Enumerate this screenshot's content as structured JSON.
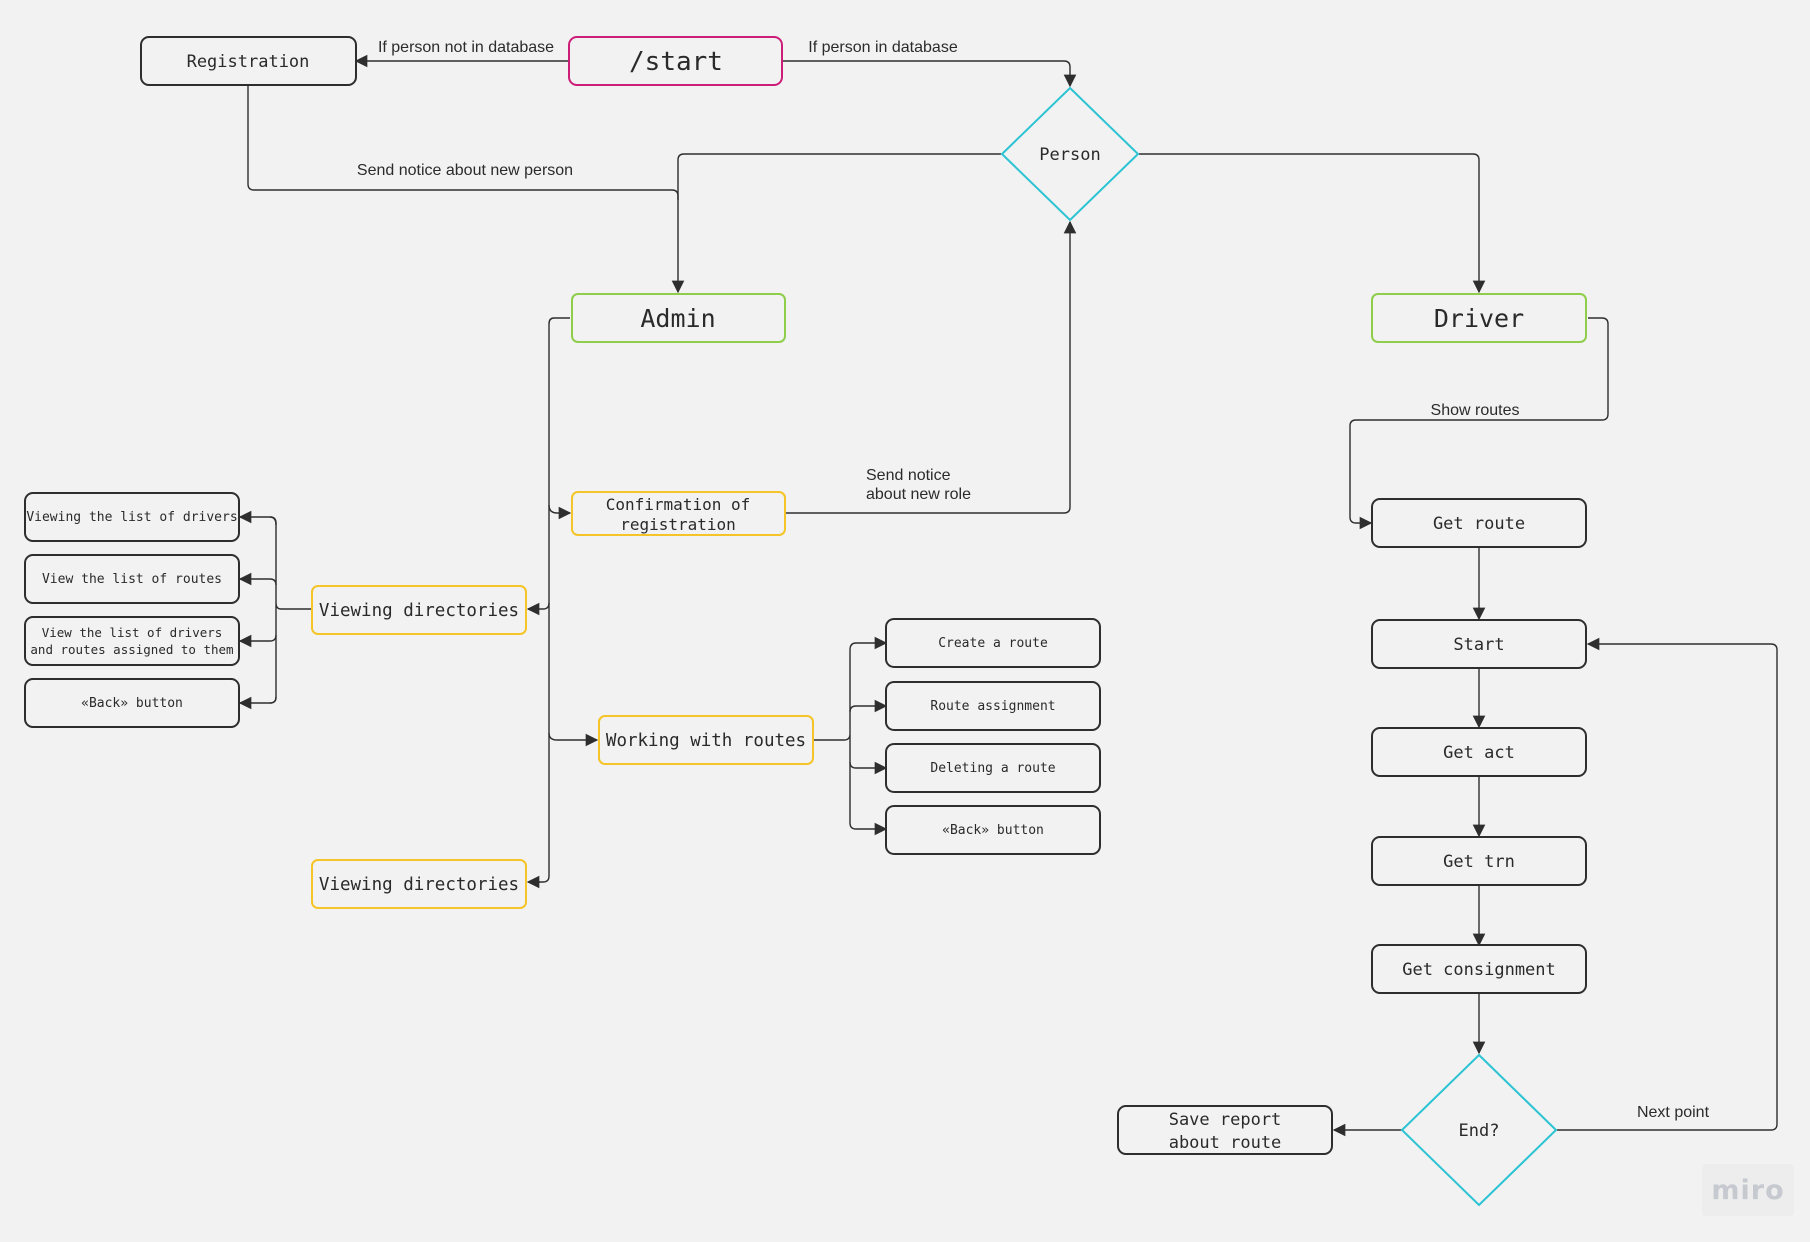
{
  "colors": {
    "start": "#cc1e78",
    "decision": "#2cc3d3",
    "role": "#8fce4a",
    "menu": "#f5c428",
    "plain": "#2e2e2e",
    "edge": "#2e2e2e",
    "background": "#f2f2f2"
  },
  "nodes": {
    "start": "/start",
    "registration": "Registration",
    "person": "Person",
    "admin": "Admin",
    "driver": "Driver",
    "confirmation": [
      "Confirmation of",
      "registration"
    ],
    "viewing_directories": "Viewing directories",
    "viewing_directories_2": "Viewing directories",
    "working_with_routes": "Working with routes",
    "view_drivers": "Viewing the list of drivers",
    "view_routes": "View the list of routes",
    "view_drivers_routes": [
      "View the list of drivers",
      "and routes assigned to them"
    ],
    "back_left": "«Back» button",
    "create_route": "Create a route",
    "route_assignment": "Route assignment",
    "deleting_route": "Deleting a route",
    "back_right": "«Back» button",
    "get_route": "Get route",
    "start_trip": "Start",
    "get_act": "Get act",
    "get_trn": "Get trn",
    "get_consignment": "Get consignment",
    "end": "End?",
    "save_report": [
      "Save report",
      "about route"
    ]
  },
  "edge_labels": {
    "not_in_db": "If person not in database",
    "in_db": "If person in database",
    "notice_new_person": "Send notice about new person",
    "notice_new_role": [
      "Send notice",
      "about new role"
    ],
    "show_routes": "Show routes",
    "next_point": "Next point"
  },
  "watermark": "miro"
}
